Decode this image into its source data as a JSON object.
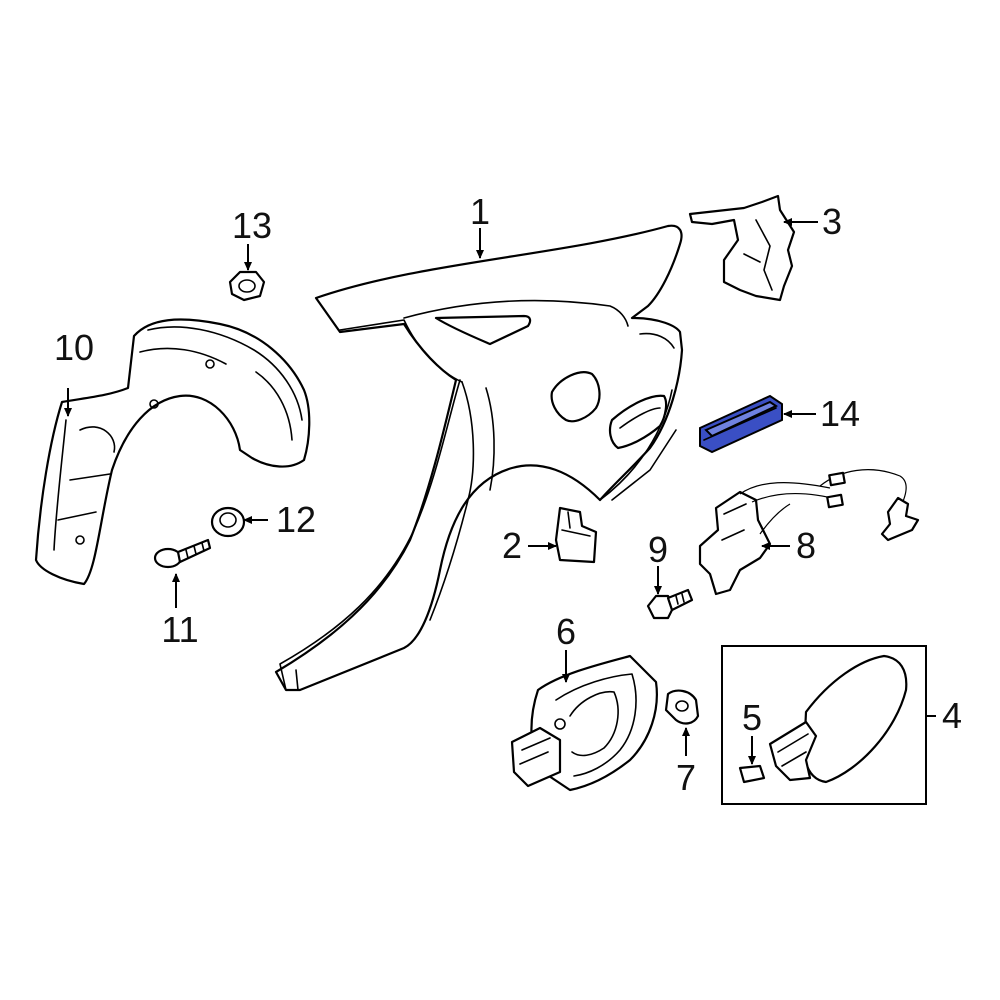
{
  "colors": {
    "line": "#000000",
    "label": "#111111",
    "highlight": "#3a4fc4",
    "highlight_light": "#6f82e0"
  },
  "callouts": {
    "c1": "1",
    "c2": "2",
    "c3": "3",
    "c4": "4",
    "c5": "5",
    "c6": "6",
    "c7": "7",
    "c8": "8",
    "c9": "9",
    "c10": "10",
    "c11": "11",
    "c12": "12",
    "c13": "13",
    "c14": "14"
  },
  "highlighted_part": "14"
}
